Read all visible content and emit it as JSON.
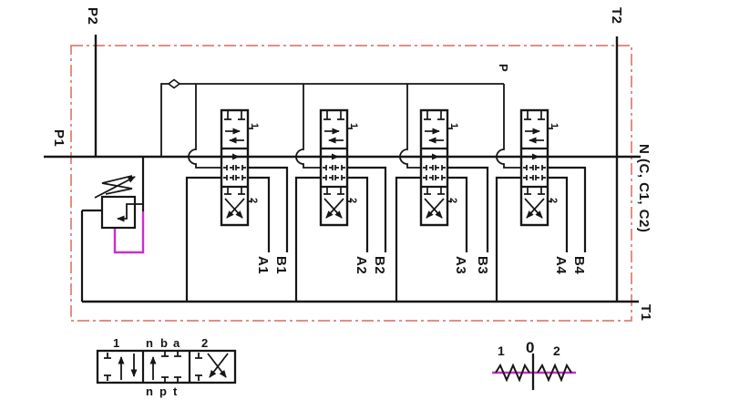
{
  "ports": {
    "p2": "P2",
    "t2": "T2",
    "p1": "P1",
    "n": "N (C,  C1,  C2)",
    "t1": "T1",
    "pilot": "P"
  },
  "work_ports": {
    "a1": "A1",
    "b1": "B1",
    "a2": "A2",
    "b2": "B2",
    "a3": "A3",
    "b3": "B3",
    "a4": "A4",
    "b4": "B4"
  },
  "spool_positions": {
    "one": "1",
    "two": "2"
  },
  "detail_valve": {
    "top": {
      "one": "1",
      "n": "n",
      "b": "b",
      "a": "a",
      "two": "2"
    },
    "bottom": {
      "n": "n",
      "p": "p",
      "t": "t"
    }
  },
  "lever": {
    "one": "1",
    "zero": "0",
    "two": "2"
  },
  "colors": {
    "line": "#161616",
    "boundary": "#d96a5f",
    "pilot_magenta": "#cc2ecc"
  },
  "symbols": {
    "boundary": "valve-body-boundary (red dash-dot)",
    "relief_valve": "adjustable-pressure-relief-valve",
    "pilot_diamond": "pilot-orifice-diamond",
    "spools": "four 3-position directional spools",
    "lever": "spring-centered-lever-detail"
  }
}
